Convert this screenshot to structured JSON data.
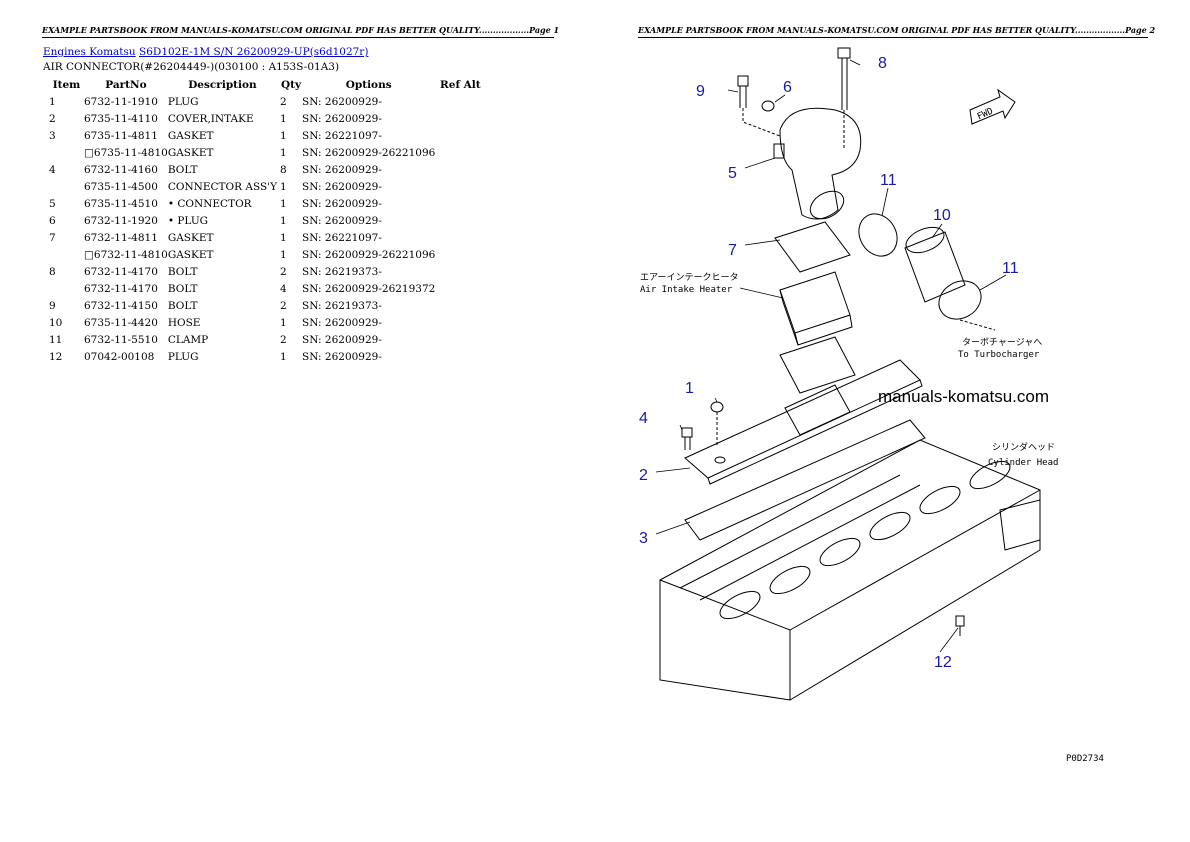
{
  "header": {
    "page1": "EXAMPLE PARTSBOOK FROM MANUALS-KOMATSU.COM ORIGINAL PDF HAS BETTER QUALITY..................Page 1",
    "page2": "EXAMPLE PARTSBOOK FROM MANUALS-KOMATSU.COM ORIGINAL PDF HAS BETTER QUALITY..................Page 2"
  },
  "breadcrumb": {
    "link1": "Engines Komatsu",
    "link2": "S6D102E-1M S/N 26200929-UP(s6d1027r)"
  },
  "section_title": "AIR CONNECTOR(#26204449-)(030100 : A153S-01A3)",
  "table": {
    "headers": [
      "Item",
      "PartNo",
      "Description",
      "Qty",
      "Options",
      "Ref Alt"
    ],
    "rows": [
      [
        "1",
        "6732-11-1910",
        "PLUG",
        "2",
        "SN: 26200929-",
        ""
      ],
      [
        "2",
        "6735-11-4110",
        "COVER,INTAKE",
        "1",
        "SN: 26200929-",
        ""
      ],
      [
        "3",
        "6735-11-4811",
        "GASKET",
        "1",
        "SN: 26221097-",
        ""
      ],
      [
        "",
        "□6735-11-4810",
        "GASKET",
        "1",
        "SN: 26200929-26221096",
        ""
      ],
      [
        "4",
        "6732-11-4160",
        "BOLT",
        "8",
        "SN: 26200929-",
        ""
      ],
      [
        "",
        "6735-11-4500",
        "CONNECTOR ASS'Y",
        "1",
        "SN: 26200929-",
        ""
      ],
      [
        "5",
        "6735-11-4510",
        "• CONNECTOR",
        "1",
        "SN: 26200929-",
        ""
      ],
      [
        "6",
        "6732-11-1920",
        "• PLUG",
        "1",
        "SN: 26200929-",
        ""
      ],
      [
        "7",
        "6732-11-4811",
        "GASKET",
        "1",
        "SN: 26221097-",
        ""
      ],
      [
        "",
        "□6732-11-4810",
        "GASKET",
        "1",
        "SN: 26200929-26221096",
        ""
      ],
      [
        "8",
        "6732-11-4170",
        "BOLT",
        "2",
        "SN: 26219373-",
        ""
      ],
      [
        "",
        "6732-11-4170",
        "BOLT",
        "4",
        "SN: 26200929-26219372",
        ""
      ],
      [
        "9",
        "6732-11-4150",
        "BOLT",
        "2",
        "SN: 26219373-",
        ""
      ],
      [
        "10",
        "6735-11-4420",
        "HOSE",
        "1",
        "SN: 26200929-",
        ""
      ],
      [
        "11",
        "6732-11-5510",
        "CLAMP",
        "2",
        "SN: 26200929-",
        ""
      ],
      [
        "12",
        "07042-00108",
        "PLUG",
        "1",
        "SN: 26200929-",
        ""
      ]
    ]
  },
  "drawing": {
    "callouts": [
      "1",
      "2",
      "3",
      "4",
      "5",
      "6",
      "7",
      "8",
      "9",
      "10",
      "11",
      "11",
      "12"
    ],
    "label_air_heater_jp": "エアーインテークヒータ",
    "label_air_heater": "Air Intake Heater",
    "label_turbo_jp": "ターボチャージャへ",
    "label_turbo": "To Turbocharger",
    "label_head_jp": "シリンダヘッド",
    "label_head": "Cylinder Head",
    "label_fwd": "FWD",
    "watermark": "manuals-komatsu.com",
    "figure_code": "P0D2734"
  },
  "colors": {
    "link": "#0000cc",
    "callout": "#1a1aa8"
  }
}
